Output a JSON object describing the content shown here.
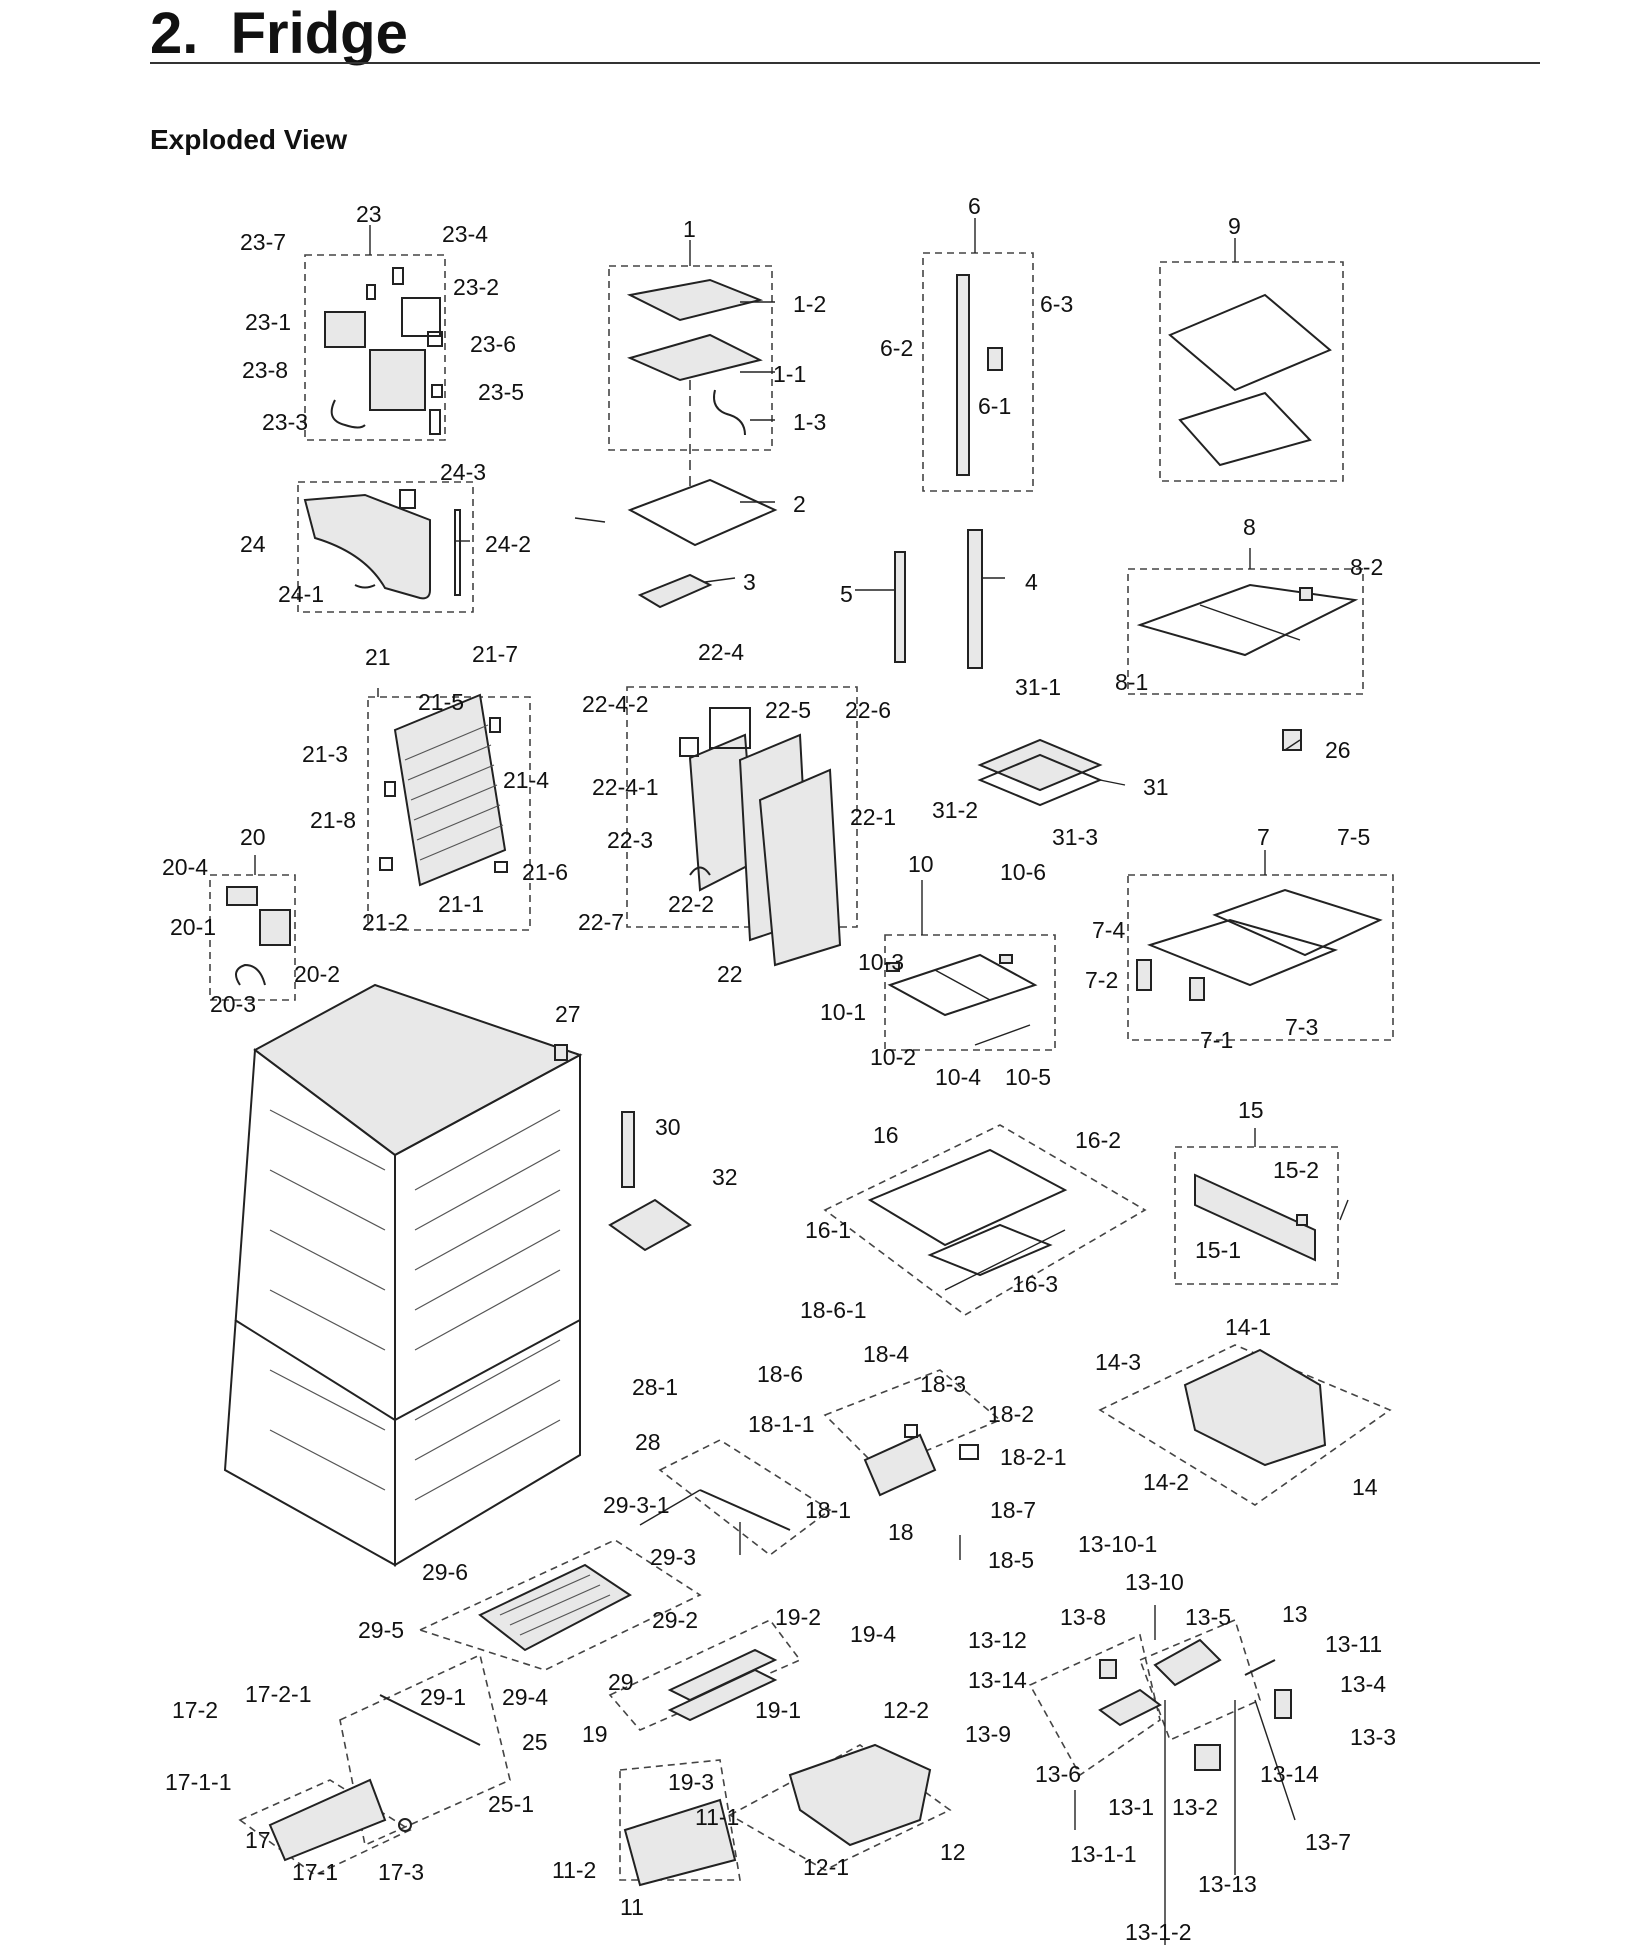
{
  "header": {
    "title": "2.  Fridge"
  },
  "section": {
    "title": "Exploded View"
  },
  "diagram": {
    "part_labels": [
      "23-7",
      "23",
      "23-4",
      "23-2",
      "23-1",
      "23-6",
      "23-8",
      "23-5",
      "23-3",
      "24-3",
      "24",
      "24-2",
      "24-1",
      "1",
      "1-2",
      "1-1",
      "1-3",
      "2",
      "3",
      "6",
      "6-3",
      "6-2",
      "6-1",
      "5",
      "4",
      "9",
      "8",
      "8-2",
      "8-1",
      "26",
      "21",
      "21-7",
      "21-5",
      "21-3",
      "21-4",
      "21-8",
      "21-6",
      "21-1",
      "21-2",
      "20",
      "20-4",
      "20-1",
      "20-2",
      "20-3",
      "22-4",
      "22-4-2",
      "22-5",
      "22-6",
      "22-4-1",
      "22-1",
      "22-3",
      "22-2",
      "22-7",
      "22",
      "31-1",
      "31",
      "31-2",
      "31-3",
      "7",
      "7-5",
      "7-4",
      "7-2",
      "7-3",
      "7-1",
      "10",
      "10-6",
      "10-3",
      "10-1",
      "10-2",
      "10-4",
      "10-5",
      "27",
      "30",
      "32",
      "16",
      "16-2",
      "16-1",
      "16-3",
      "15",
      "15-2",
      "15-1",
      "14-1",
      "14-3",
      "14-2",
      "14",
      "18-6-1",
      "18-4",
      "18-6",
      "18-3",
      "18-2",
      "18-1-1",
      "18-2-1",
      "18-1",
      "18-7",
      "18",
      "18-5",
      "28-1",
      "28",
      "29-3-1",
      "29-3",
      "29-6",
      "29-5",
      "29-2",
      "29-1",
      "29-4",
      "29",
      "19-2",
      "19-4",
      "19-1",
      "19",
      "19-3",
      "12-2",
      "12",
      "12-1",
      "11-1",
      "11-2",
      "11",
      "17-2",
      "17-2-1",
      "17-1-1",
      "17",
      "17-1",
      "17-3",
      "25",
      "25-1",
      "13-10-1",
      "13-10",
      "13-8",
      "13-5",
      "13",
      "13-12",
      "13-11",
      "13-4",
      "13-14",
      "13-9",
      "13-3",
      "13-6",
      "13-1",
      "13-2",
      "13-7",
      "13-1-1",
      "13-13",
      "13-1-2"
    ]
  }
}
